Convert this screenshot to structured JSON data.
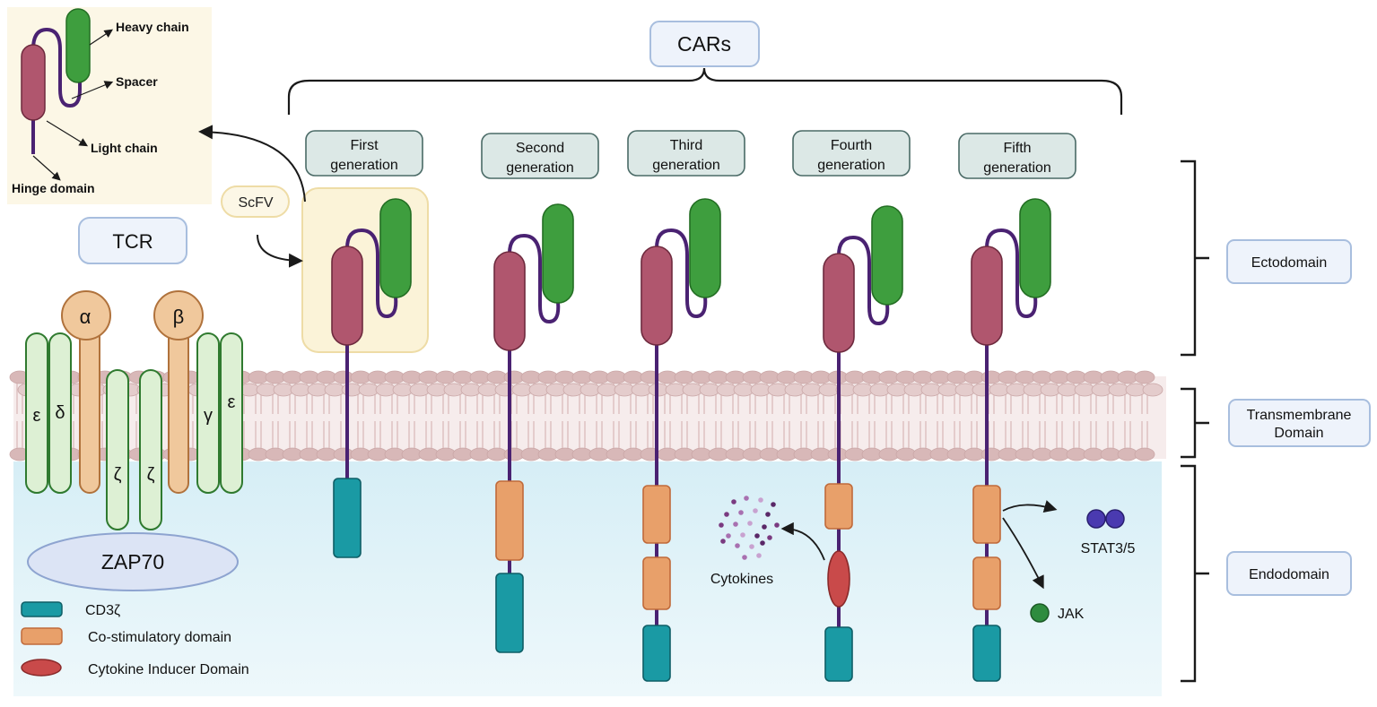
{
  "title_box": "CARs",
  "inset": {
    "heavy_chain": "Heavy chain",
    "spacer": "Spacer",
    "light_chain": "Light chain",
    "hinge_domain": "Hinge domain"
  },
  "scfv_label": "ScFV",
  "tcr": {
    "label": "TCR",
    "alpha": "α",
    "beta": "β",
    "epsilon": "ε",
    "delta": "δ",
    "zeta": "ζ",
    "gamma": "γ",
    "zap70": "ZAP70"
  },
  "generations": [
    {
      "line1": "First",
      "line2": "generation"
    },
    {
      "line1": "Second",
      "line2": "generation"
    },
    {
      "line1": "Third",
      "line2": "generation"
    },
    {
      "line1": "Fourth",
      "line2": "generation"
    },
    {
      "line1": "Fifth",
      "line2": "generation"
    }
  ],
  "regions": {
    "ectodomain": "Ectodomain",
    "transmembrane_1": "Transmembrane",
    "transmembrane_2": "Domain",
    "endodomain": "Endodomain"
  },
  "cytokines_label": "Cytokines",
  "stat_label": "STAT3/5",
  "jak_label": "JAK",
  "legend": {
    "cd3z": "CD3ζ",
    "costim": "Co-stimulatory domain",
    "cytokine_inducer": "Cytokine Inducer Domain"
  },
  "colors": {
    "heavy_chain": "#3e9e3e",
    "light_chain": "#b0566e",
    "linker": "#4a2272",
    "cd3z": "#1a9aa4",
    "costim": "#e8a06a",
    "cytokine_inducer": "#c94a4a",
    "tcr_alpha_beta": "#f0c89c",
    "tcr_cd3": "#ddf0d4",
    "membrane": "#d8b8b8",
    "cytoplasm": "#e6f4f9",
    "label_box_fill": "#eef3fb",
    "label_box_stroke": "#a8bede",
    "generation_box_fill": "#dce8e6",
    "inset_bg": "#fcf7e6"
  }
}
